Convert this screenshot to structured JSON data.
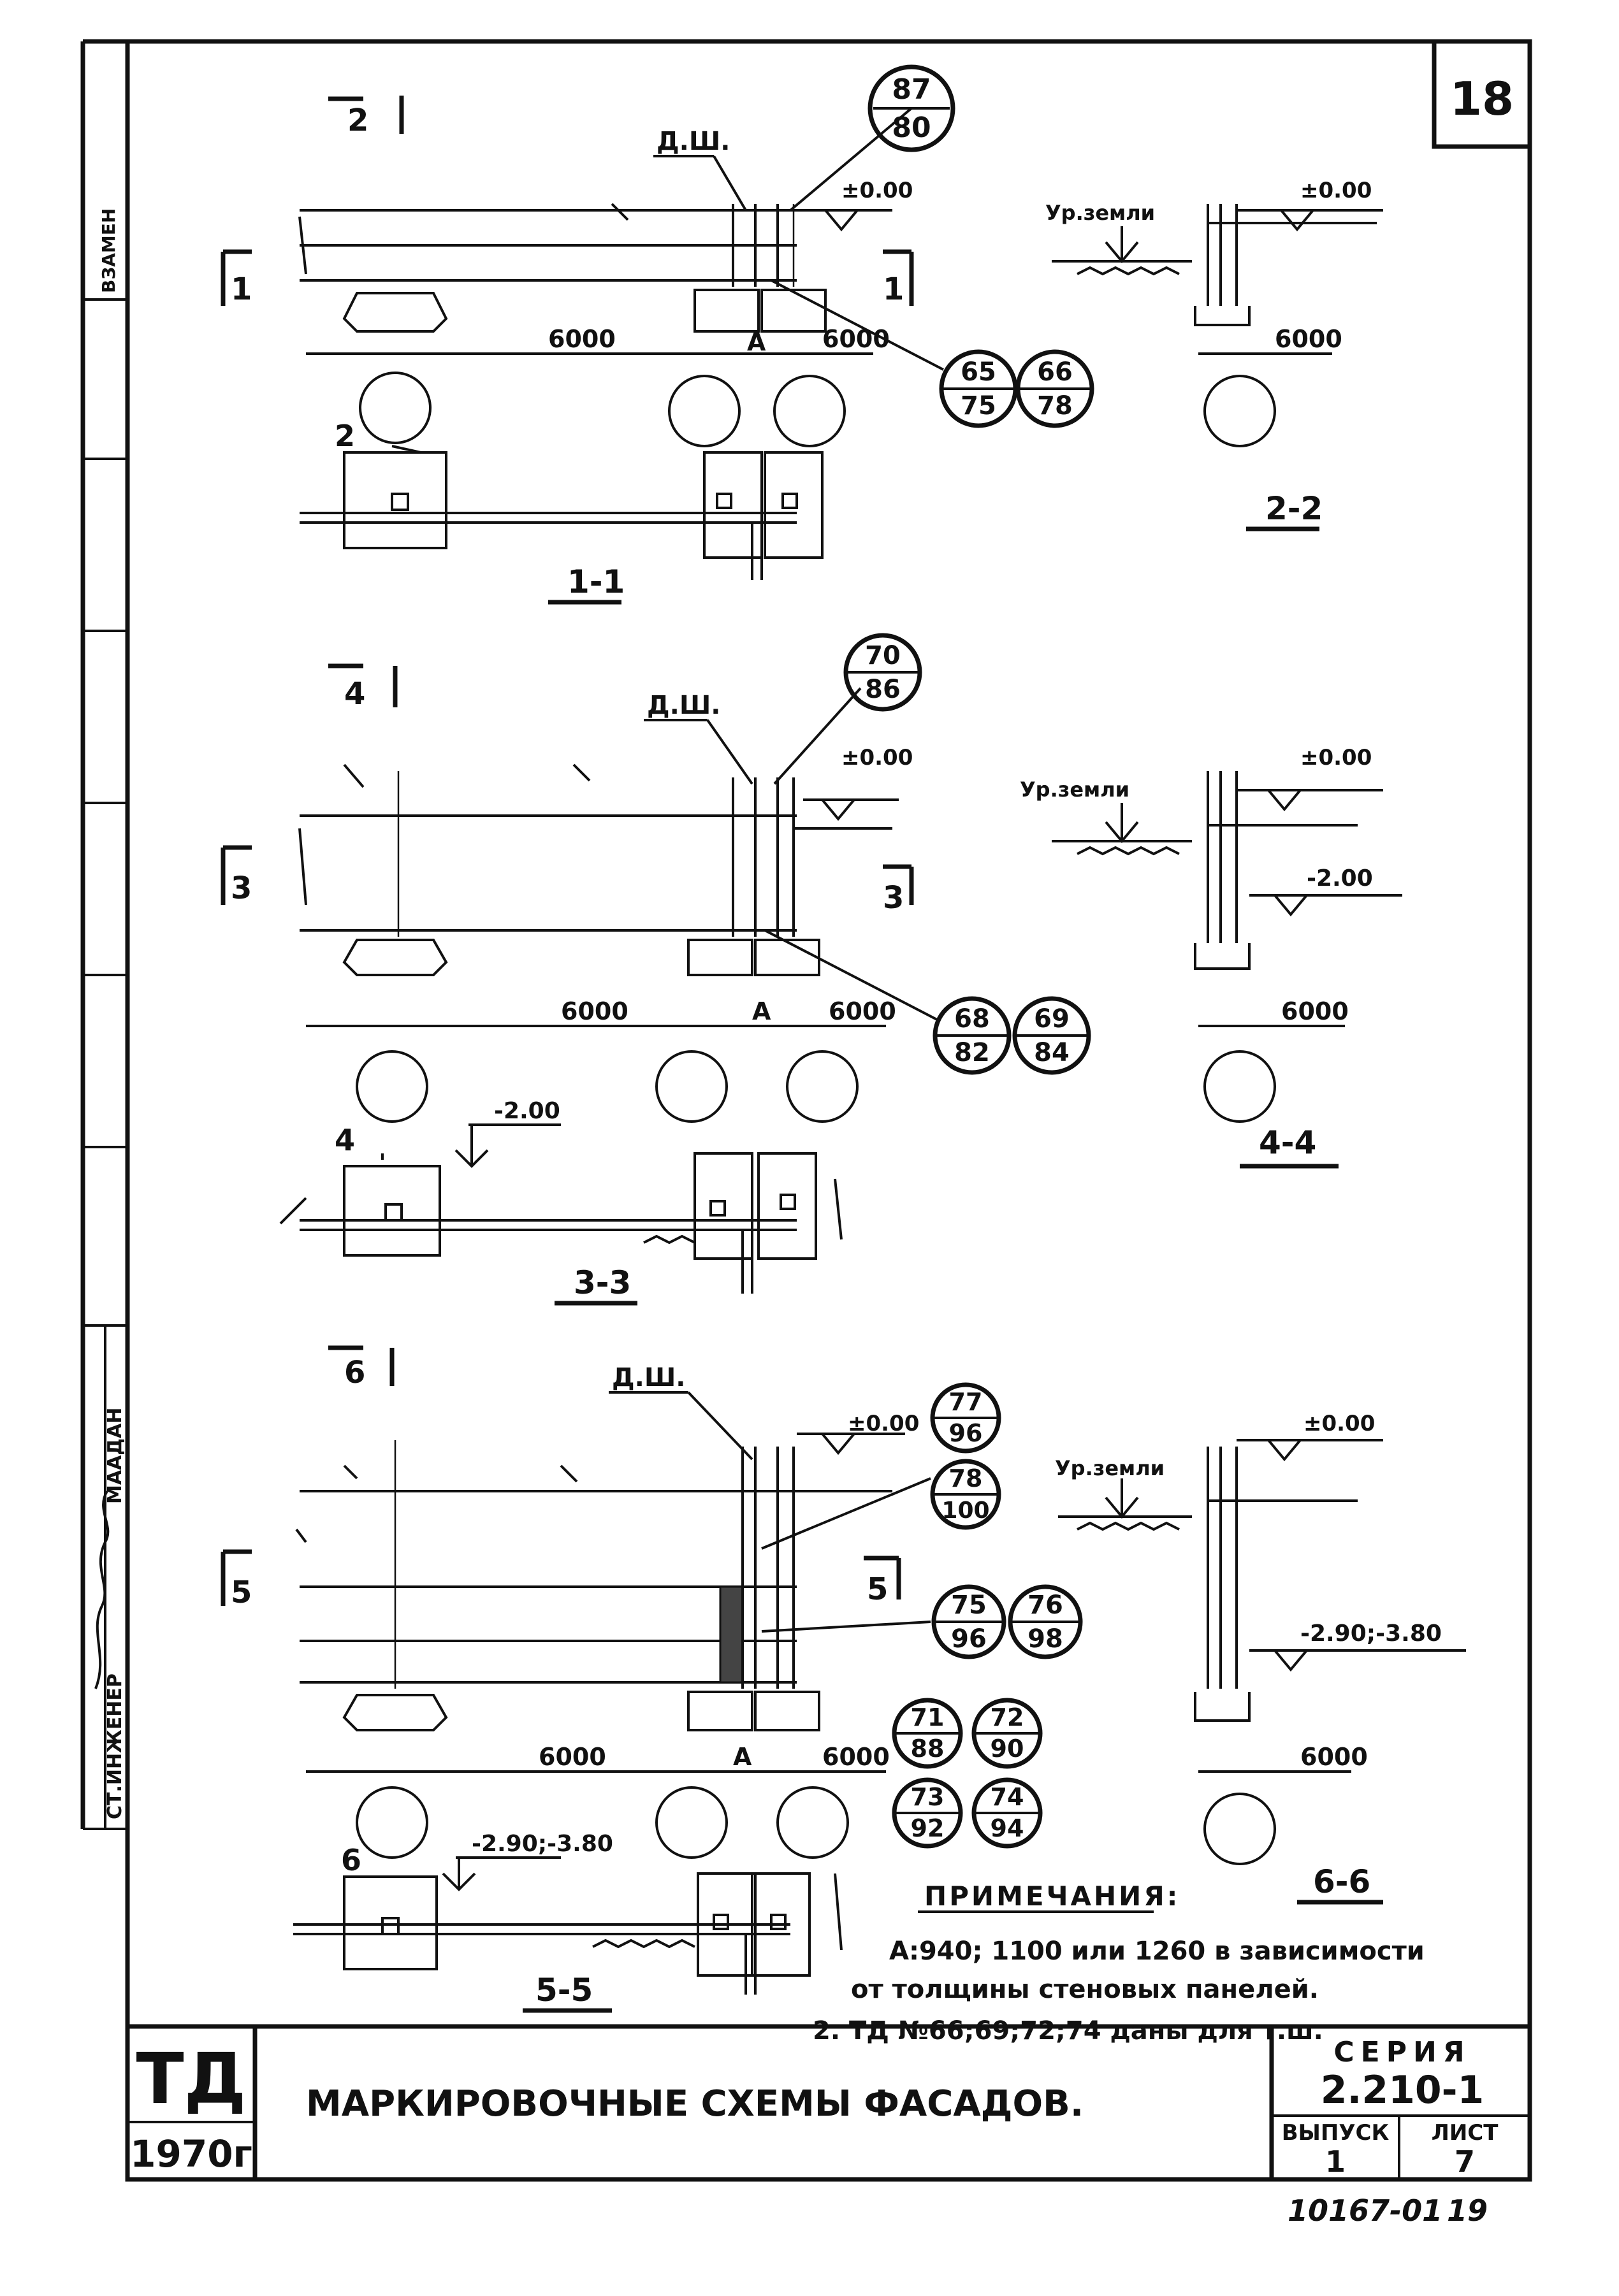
{
  "sheet": {
    "page_number": "18",
    "series_label": "СЕРИЯ",
    "series": "2.210-1",
    "issue_label": "ВЫПУСК",
    "issue": "1",
    "sheet_label": "ЛИСТ",
    "sheet": "7",
    "logo_text": "ТД",
    "year": "1970г",
    "title": "МАРКИРОВОЧНЫЕ СХЕМЫ ФАСАДОВ.",
    "archive_number": "10167-01",
    "archive_page": "19"
  },
  "margin": {
    "stamp_top": "ВЗАМЕН",
    "engineer_role": "СТ.ИНЖЕНЕР",
    "engineer_name": "МААДАН"
  },
  "labels": {
    "dsh": "Д.Ш.",
    "ground": "Ур.земли",
    "axis_a": "А",
    "dim_6000": "6000",
    "zero": "±0.00",
    "minus200": "-2.00",
    "minus290": "-2.90;-3.80"
  },
  "sections": [
    {
      "title": "1-1",
      "cut_left": "1",
      "cut_right": "1",
      "cut_top": "2",
      "cut_bottom": "2"
    },
    {
      "title": "2-2"
    },
    {
      "title": "3-3",
      "cut_left": "3",
      "cut_right": "3",
      "cut_top": "4",
      "cut_bottom": "4"
    },
    {
      "title": "4-4"
    },
    {
      "title": "5-5",
      "cut_left": "5",
      "cut_right": "5",
      "cut_top": "6",
      "cut_bottom": "6"
    },
    {
      "title": "6-6"
    }
  ],
  "markers": [
    {
      "top": "87",
      "bottom": "80"
    },
    {
      "top": "65",
      "bottom": "75"
    },
    {
      "top": "66",
      "bottom": "78"
    },
    {
      "top": "70",
      "bottom": "86"
    },
    {
      "top": "68",
      "bottom": "82"
    },
    {
      "top": "69",
      "bottom": "84"
    },
    {
      "top": "77",
      "bottom": "96"
    },
    {
      "top": "78",
      "bottom": "100"
    },
    {
      "top": "75",
      "bottom": "96"
    },
    {
      "top": "76",
      "bottom": "98"
    },
    {
      "top": "71",
      "bottom": "88"
    },
    {
      "top": "72",
      "bottom": "90"
    },
    {
      "top": "73",
      "bottom": "92"
    },
    {
      "top": "74",
      "bottom": "94"
    }
  ],
  "notes": {
    "heading": "ПРИМЕЧАНИЯ:",
    "line1": "А:940; 1100 или 1260 в зависимости",
    "line2": "от толщины стеновых панелей.",
    "line3": "2. ТД №66;69;72;74 даны для т.ш."
  }
}
